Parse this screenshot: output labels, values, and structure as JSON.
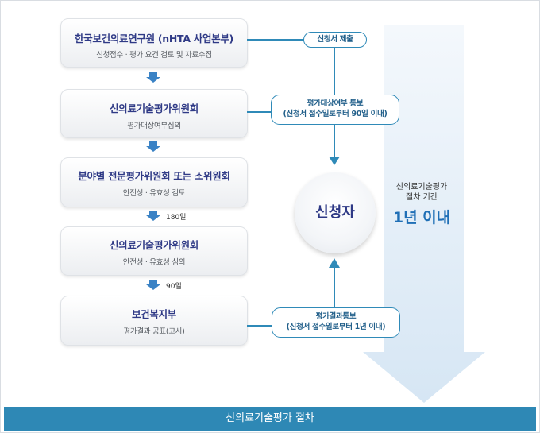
{
  "steps": [
    {
      "title": "한국보건의료연구원 (nHTA 사업본부)",
      "sub": "신청접수 · 평가 요건 검토 및 자료수집"
    },
    {
      "title": "신의료기술평가위원회",
      "sub": "평가대상여부심의"
    },
    {
      "title": "분야별 전문평가위원회 또는 소위원회",
      "sub": "안전성 · 유효성 검토"
    },
    {
      "title": "신의료기술평가위원회",
      "sub": "안전성 · 유효성 심의"
    },
    {
      "title": "보건복지부",
      "sub": "평가결과 공표(고시)"
    }
  ],
  "durations": [
    "180일",
    "90일"
  ],
  "notices": {
    "submit": "신청서 제출",
    "eligibility_l1": "평가대상여부 통보",
    "eligibility_l2": "(신청서 접수일로부터 90일 이내)",
    "result_l1": "평가결과통보",
    "result_l2": "(신청서 접수일로부터 1년 이내)"
  },
  "applicant": "신청자",
  "period": {
    "line1": "신의료기술평가",
    "line2": "절차 기간",
    "value": "1년 이내"
  },
  "footer": "신의료기술평가 절차",
  "colors": {
    "accent": "#2e88b5",
    "title": "#2f3a86",
    "arrow": "#3a82c5"
  }
}
